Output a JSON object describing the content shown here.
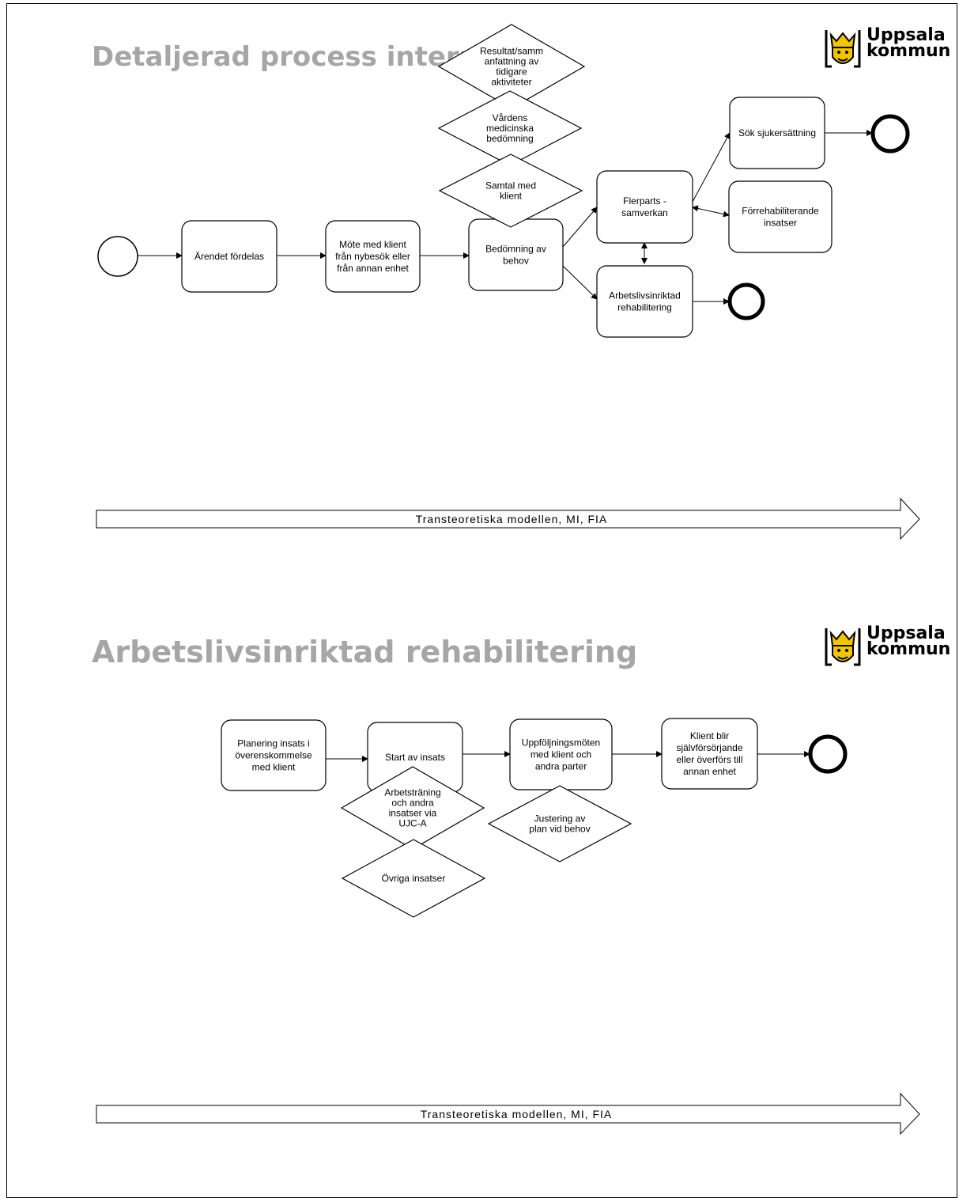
{
  "slide1": {
    "title": "Detaljerad process intern",
    "logo": {
      "line1": "Uppsala",
      "line2": "kommun"
    },
    "tasks": [
      {
        "id": "arendet",
        "lines": [
          "Ärendet fördelas"
        ]
      },
      {
        "id": "mote",
        "lines": [
          "Möte med klient",
          "från nybesök eller",
          "från annan enhet"
        ]
      },
      {
        "id": "bedomning",
        "lines": [
          "Bedömning av",
          "behov"
        ]
      },
      {
        "id": "flerparts",
        "lines": [
          "Flerparts -",
          "samverkan"
        ]
      },
      {
        "id": "arbetsliv",
        "lines": [
          "Arbetslivsinriktad",
          "rehabilitering"
        ]
      },
      {
        "id": "soksjuk",
        "lines": [
          "Sök sjukersättning"
        ]
      },
      {
        "id": "forrehab",
        "lines": [
          "Förrehabiliterande",
          "insatser"
        ]
      }
    ],
    "diamonds": [
      {
        "id": "resultat",
        "lines": [
          "Resultat/samm",
          "anfattning av",
          "tidigare",
          "aktiviteter"
        ]
      },
      {
        "id": "vardens",
        "lines": [
          "Vårdens",
          "medicinska",
          "bedömning"
        ]
      },
      {
        "id": "samtal",
        "lines": [
          "Samtal med",
          "klient"
        ]
      }
    ],
    "banner": "Transteoretiska modellen, MI, FIA"
  },
  "slide2": {
    "title": "Arbetslivsinriktad rehabilitering",
    "logo": {
      "line1": "Uppsala",
      "line2": "kommun"
    },
    "tasks": [
      {
        "id": "planering",
        "lines": [
          "Planering insats i",
          "överenskommelse",
          "med klient"
        ]
      },
      {
        "id": "start",
        "lines": [
          "Start av insats"
        ]
      },
      {
        "id": "uppfoljning",
        "lines": [
          "Uppföljningsmöten",
          "med klient och",
          "andra parter"
        ]
      },
      {
        "id": "klient",
        "lines": [
          "Klient blir",
          "självförsörjande",
          "eller överförs till",
          "annan enhet"
        ]
      }
    ],
    "diamonds": [
      {
        "id": "arbetstraning",
        "lines": [
          "Arbetsträning",
          "och andra",
          "insatser via",
          "UJC-A"
        ]
      },
      {
        "id": "ovriga",
        "lines": [
          "Övriga insatser"
        ]
      },
      {
        "id": "justering",
        "lines": [
          "Justering av",
          "plan vid behov"
        ]
      }
    ],
    "banner": "Transteoretiska modellen, MI, FIA"
  },
  "colors": {
    "title": "#a6a6a6",
    "logo_yellow": "#f2c500",
    "line": "#000000"
  },
  "icons": {
    "logo": "crowned-lion-shield-icon"
  }
}
